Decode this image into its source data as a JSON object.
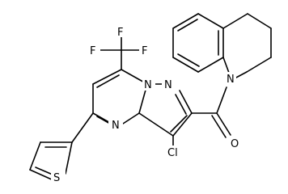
{
  "atom_labels": {
    "F1": "F",
    "F2": "F",
    "F3": "F",
    "N_ring_bridge": "N",
    "N_pyrazole": "N",
    "N_pyrimidine": "N",
    "N_amide": "N",
    "O_carbonyl": "O",
    "Cl": "Cl",
    "S_thiophene": "S"
  },
  "colors": {
    "bond": "#000000",
    "label": "#000000",
    "background": "#ffffff"
  }
}
